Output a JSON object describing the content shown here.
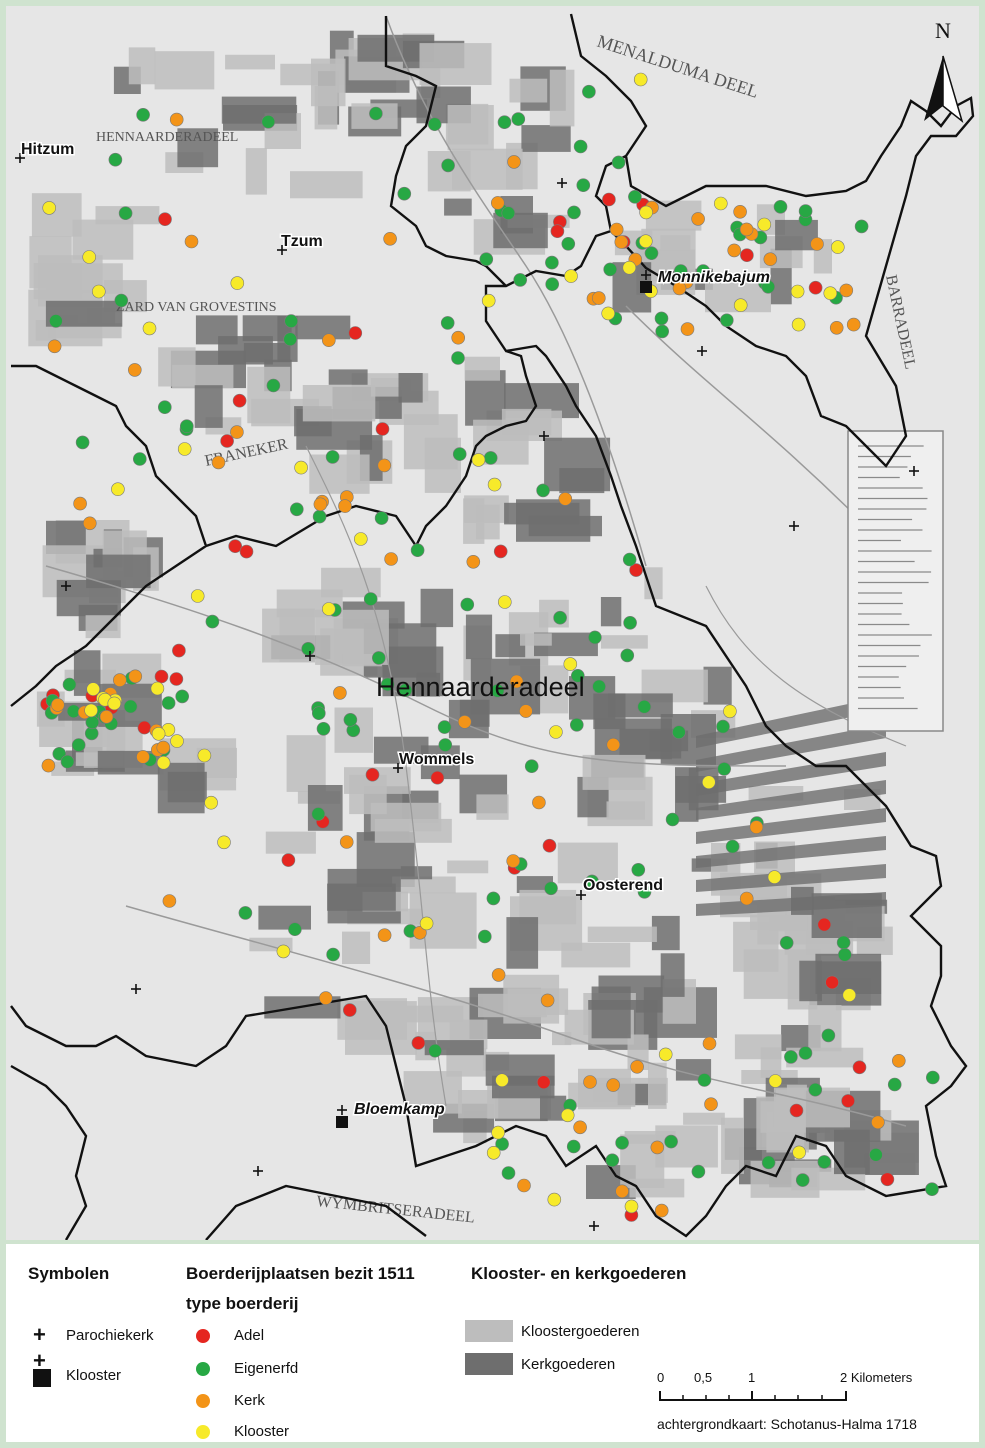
{
  "map": {
    "north_label": "N",
    "region_label": "Hennaarderadeel",
    "places": [
      {
        "id": "hitzum",
        "label": "Hitzum",
        "type": "parochiekerk"
      },
      {
        "id": "tzum",
        "label": "Tzum",
        "type": "parochiekerk"
      },
      {
        "id": "monnikebajum",
        "label": "Monnikebajum",
        "type": "klooster"
      },
      {
        "id": "wommels",
        "label": "Wommels",
        "type": "parochiekerk"
      },
      {
        "id": "oosterend",
        "label": "Oosterend",
        "type": "parochiekerk"
      },
      {
        "id": "bloemkamp",
        "label": "Bloemkamp",
        "type": "klooster"
      }
    ],
    "background_map_text": [
      "MENALDUMA DEEL",
      "HENNAARDERADEEL",
      "ZARD VAN GROVESTINS",
      "FRANEKER",
      "WYMBRITSERADEEL",
      "BARRADEEL"
    ],
    "colors": {
      "adel": "#e52620",
      "eigenerfd": "#27a844",
      "kerk": "#f39418",
      "klooster": "#f7ea2a",
      "kloostergoederen": "#bdbdbd",
      "kerkgoederen": "#6e6e6e",
      "frame": "#cfe3cf",
      "boundary": "#111111"
    },
    "farm_type_counts_shown": {
      "adel": 40,
      "eigenerfd": 150,
      "kerk": 80,
      "klooster": 60
    }
  },
  "legend": {
    "symbolen_title": "Symbolen",
    "parochiekerk_label": "Parochiekerk",
    "klooster_label": "Klooster",
    "title_line1": "Boerderijplaatsen bezit 1511",
    "title_line2": "type boerderij",
    "goederen_title": "Klooster- en kerkgoederen",
    "farm_types": [
      {
        "key": "adel",
        "label": "Adel"
      },
      {
        "key": "eigenerfd",
        "label": "Eigenerfd"
      },
      {
        "key": "kerk",
        "label": "Kerk"
      },
      {
        "key": "klooster",
        "label": "Klooster"
      }
    ],
    "goederen": [
      {
        "key": "kloostergoederen",
        "label": "Kloostergoederen"
      },
      {
        "key": "kerkgoederen",
        "label": "Kerkgoederen"
      }
    ],
    "scale": {
      "ticks": [
        "0",
        "0,5",
        "1",
        "2 Kilometers"
      ]
    },
    "credit": "achtergrondkaart: Schotanus-Halma 1718"
  }
}
